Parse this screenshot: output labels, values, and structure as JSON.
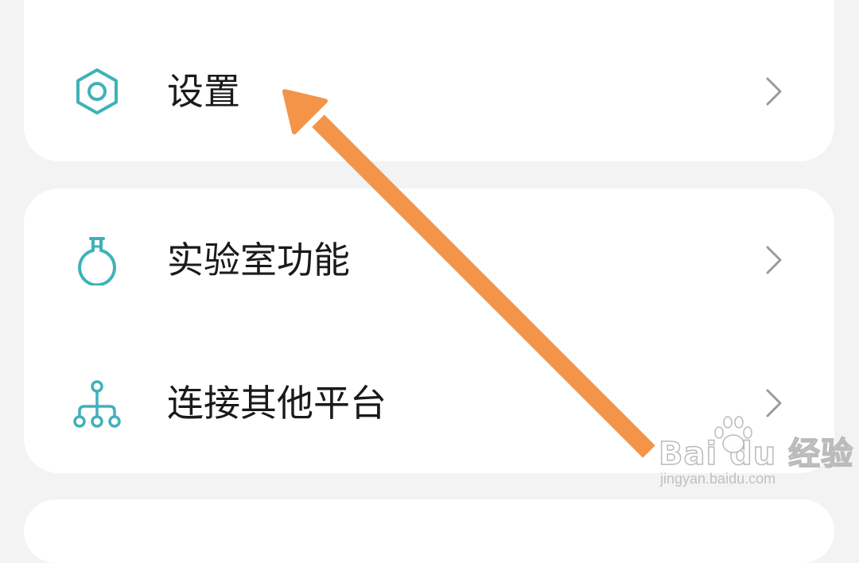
{
  "menu": {
    "settings": {
      "label": "设置",
      "icon": "hexagon-settings-icon"
    },
    "lab": {
      "label": "实验室功能",
      "icon": "flask-icon"
    },
    "connect": {
      "label": "连接其他平台",
      "icon": "network-tree-icon"
    }
  },
  "annotation": {
    "arrow_color": "#f39449",
    "icon": "arrow-annotation-icon"
  },
  "watermark": {
    "main": "Bai du 经验",
    "sub": "jingyan.baidu.com"
  },
  "colors": {
    "accent": "#3fb2b8",
    "background": "#f3f3f3",
    "card": "#ffffff",
    "chevron": "#9a9a9a"
  }
}
